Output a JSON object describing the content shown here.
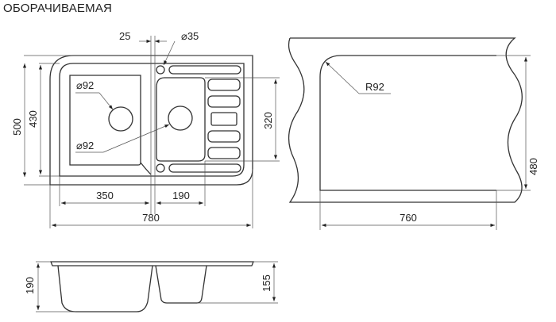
{
  "title": "ОБОРАЧИВАЕМАЯ",
  "top_view": {
    "dim_25": "25",
    "dim_d35": "⌀35",
    "dim_d92_a": "⌀92",
    "dim_d92_b": "⌀92",
    "dim_500": "500",
    "dim_430": "430",
    "dim_320": "320",
    "dim_350": "350",
    "dim_190": "190",
    "dim_780": "780"
  },
  "cutout_view": {
    "dim_r92": "R92",
    "dim_480": "480",
    "dim_760": "760"
  },
  "side_view": {
    "dim_190": "190",
    "dim_155": "155"
  }
}
